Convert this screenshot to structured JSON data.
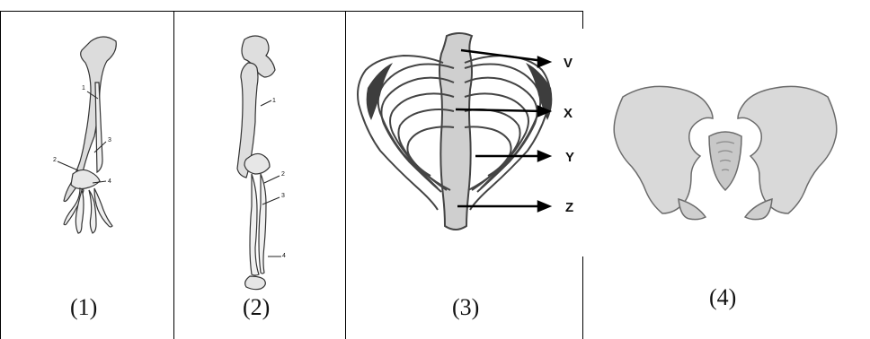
{
  "figure": {
    "panels": [
      {
        "caption": "(1)",
        "labels": [
          "1",
          "2",
          "3",
          "4"
        ]
      },
      {
        "caption": "(2)",
        "labels": [
          "1",
          "2",
          "3",
          "4"
        ]
      },
      {
        "caption": "(3)",
        "labels": [
          "V",
          "X",
          "Y",
          "Z"
        ]
      },
      {
        "caption": "(4)"
      }
    ]
  }
}
